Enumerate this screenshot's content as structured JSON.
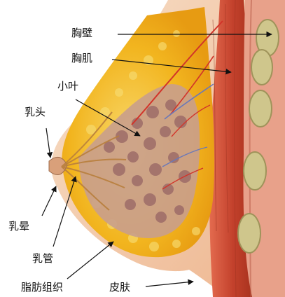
{
  "labels": {
    "chest_wall": "胸壁",
    "pectoral_muscle": "胸肌",
    "lobules": "小叶",
    "nipple": "乳头",
    "areola": "乳晕",
    "milk_ducts": "乳管",
    "fatty_tissue": "脂肪组织",
    "skin": "皮肤"
  },
  "colors": {
    "skin": "#f0c7a5",
    "fat": "#f2b21e",
    "fat_light": "#f7d25a",
    "lobule": "#b98b84",
    "muscle": "#c8462e",
    "rib": "#c7c28a",
    "vessel_red": "#d1362b",
    "vessel_blue": "#6a78b8"
  }
}
